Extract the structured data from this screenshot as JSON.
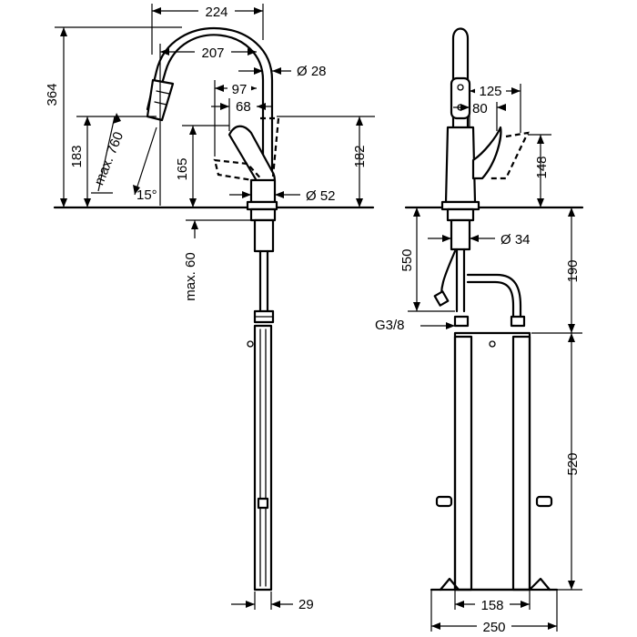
{
  "diagram": {
    "side_view": {
      "dimensions": {
        "spout_reach": "224",
        "spout_arc_reach": "207",
        "spout_diameter": "Ø 28",
        "lever_reach": "97",
        "lever_offset": "68",
        "total_height": "364",
        "spout_outlet_height": "183",
        "hose_extension": "max. 760",
        "spray_angle": "15°",
        "lever_height": "165",
        "body_height": "182",
        "base_diameter": "Ø 52",
        "max_thickness": "max. 60",
        "hose_width": "29"
      }
    },
    "front_view": {
      "dimensions": {
        "lever_reach": "125",
        "lever_offset": "80",
        "lever_height": "148",
        "shank_diameter": "Ø 34",
        "hose_length": "550",
        "connection_height": "190",
        "connection_thread": "G3/8",
        "weight_box_height": "520",
        "inner_width": "158",
        "total_width": "250"
      }
    }
  }
}
